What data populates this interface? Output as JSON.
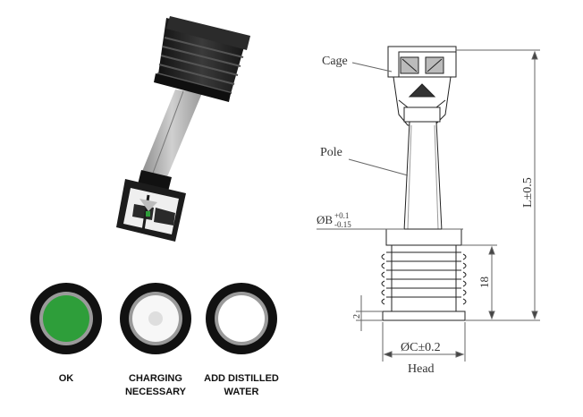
{
  "status_indicators": [
    {
      "label": "OK",
      "center_color": "#2e9e3a",
      "state": "green"
    },
    {
      "label": "CHARGING\nNECESSARY",
      "center_color": "#e4e4e4",
      "state": "partial"
    },
    {
      "label": "ADD DISTILLED\nWATER",
      "center_color": "#ffffff",
      "state": "empty"
    }
  ],
  "drawing": {
    "labels": {
      "cage": "Cage",
      "pole": "Pole",
      "head": "Head",
      "dim_b": "ØB",
      "dim_b_tol_upper": "+0.1",
      "dim_b_tol_lower": "-0.15",
      "dim_c": "ØC±0.2",
      "dim_l": "L±0.5",
      "dim_18": "18",
      "dim_2": "2"
    }
  },
  "colors": {
    "black": "#1a1a1a",
    "grey_pole": "#a9a9a9",
    "line": "#444444",
    "green": "#2e9e3a"
  }
}
